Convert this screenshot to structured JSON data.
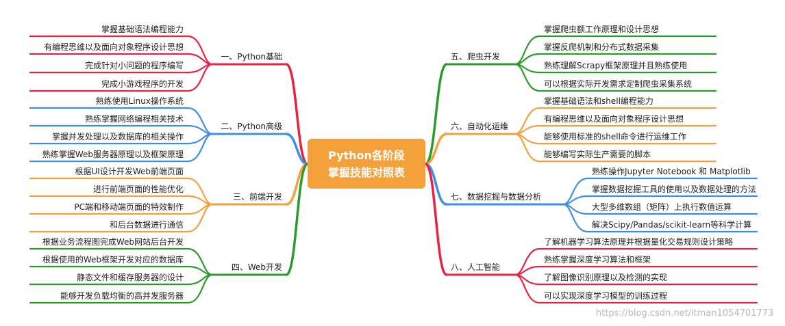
{
  "center": {
    "line1": "Python各阶段",
    "line2": "掌握技能对照表"
  },
  "colors": {
    "red": "#e8223f",
    "blue": "#3c8ee8",
    "orange": "#f4a03b",
    "green": "#2a9a2a",
    "center": "#f4a03b"
  },
  "branches": [
    {
      "label": "一、Python基础",
      "color": "red",
      "side": "left",
      "leaves": [
        "掌握基础语法编程能力",
        "有编程思维以及面向对象程序设计思想",
        "完成针对小问题的程序编写",
        "完成小游戏程序的开发"
      ]
    },
    {
      "label": "二、Python高级",
      "color": "blue",
      "side": "left",
      "leaves": [
        "熟练使用Linux操作系统",
        "熟练掌握网络编程相关技术",
        "掌握并发处理以及数据库的相关操作",
        "熟练掌握Web服务器原理以及框架原理"
      ]
    },
    {
      "label": "三、前端开发",
      "color": "orange",
      "side": "left",
      "leaves": [
        "根据UI设计开发Web前端页面",
        "进行前端页面的性能优化",
        "PC端和移动端页面的特效制作",
        "和后台数据进行通信"
      ]
    },
    {
      "label": "四、Web开发",
      "color": "green",
      "side": "left",
      "leaves": [
        "根据业务流程图完成Web网站后台开发",
        "根据使用的Web框架开发对应的数据库",
        "静态文件和缓存服务器的设计",
        "能够开发负载均衡的高并发服务器"
      ]
    },
    {
      "label": "五、爬虫开发",
      "color": "green",
      "side": "right",
      "leaves": [
        "掌握爬虫额工作原理和设计思想",
        "掌握反爬机制和分布式数据采集",
        "熟练理解Scrapy框架原理并且熟练使用",
        "可以根据实际开发需求定制爬虫采集系统"
      ]
    },
    {
      "label": "六、自动化运维",
      "color": "orange",
      "side": "right",
      "leaves": [
        "掌握基础语法和shell编程能力",
        "有编程思维以及面向对象程序设计思想",
        "能够使用标准的shell命令进行运维工作",
        "能够编写实际生产需要的脚本"
      ]
    },
    {
      "label": "七、数据挖掘与数据分析",
      "color": "blue",
      "side": "right",
      "leaves": [
        "熟练操作Jupyter Notebook 和 Matplotlib",
        "掌握数据挖掘工具的使用以及数据处理的方法",
        "大型多维数组（矩阵）上执行数值运算",
        "解决Scipy/Pandas/scikit-learn等科学计算"
      ]
    },
    {
      "label": "八、人工智能",
      "color": "red",
      "side": "right",
      "leaves": [
        "了解机器学习算法原理并根据量化交易规则设计策略",
        "熟练掌握深度学习算法和框架",
        "了解图像识别原理以及检测的实现",
        "可以实现深度学习模型的训练过程"
      ]
    }
  ],
  "watermark": "https://blog.csdn.net/itman1054701773"
}
